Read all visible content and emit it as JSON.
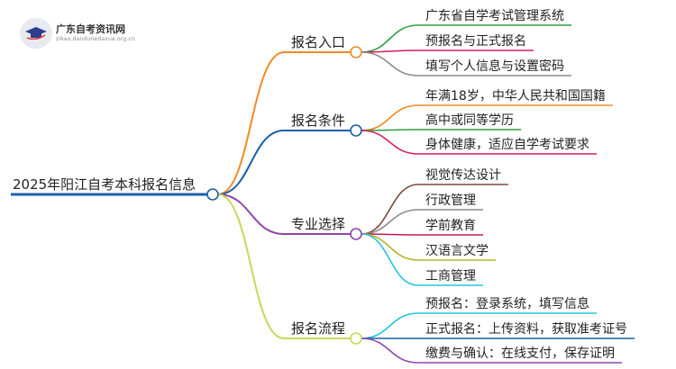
{
  "logo": {
    "title": "广东自考资讯网",
    "subtitle": "zikao.dandunedaxue.org.cn",
    "icon": "graduation-cap-icon",
    "colors": {
      "badge": "#e8eaf1",
      "cap": "#2c3e8c",
      "accent": "#e63b3b"
    }
  },
  "root": {
    "label": "2025年阳江自考本科报名信息",
    "color": "#1a5fa8"
  },
  "branches": [
    {
      "id": "entry",
      "label": "报名入口",
      "color": "#f08a24",
      "children": [
        {
          "label": "广东省自学考试管理系统",
          "color": "#2e9e3e"
        },
        {
          "label": "预报名与正式报名",
          "color": "#d81b60"
        },
        {
          "label": "填写个人信息与设置密码",
          "color": "#8a8a8a"
        }
      ]
    },
    {
      "id": "conditions",
      "label": "报名条件",
      "color": "#1a5fa8",
      "children": [
        {
          "label": "年满18岁，中华人民共和国国籍",
          "color": "#f08a24"
        },
        {
          "label": "高中或同等学历",
          "color": "#2e9e3e"
        },
        {
          "label": "身体健康，适应自学考试要求",
          "color": "#d81b60"
        }
      ]
    },
    {
      "id": "majors",
      "label": "专业选择",
      "color": "#8e44ad",
      "children": [
        {
          "label": "视觉传达设计",
          "color": "#7a4a3a"
        },
        {
          "label": "行政管理",
          "color": "#8a8a8a"
        },
        {
          "label": "学前教育",
          "color": "#c2185b"
        },
        {
          "label": "汉语言文学",
          "color": "#b5b52a"
        },
        {
          "label": "工商管理",
          "color": "#26c6da"
        }
      ]
    },
    {
      "id": "process",
      "label": "报名流程",
      "color": "#c9d65a",
      "children": [
        {
          "label": "预报名：登录系统，填写信息",
          "color": "#26c6da"
        },
        {
          "label": "正式报名：上传资料，获取准考证号",
          "color": "#1a5fa8"
        },
        {
          "label": "缴费与确认：在线支付，保存证明",
          "color": "#8e44ad"
        }
      ]
    }
  ]
}
